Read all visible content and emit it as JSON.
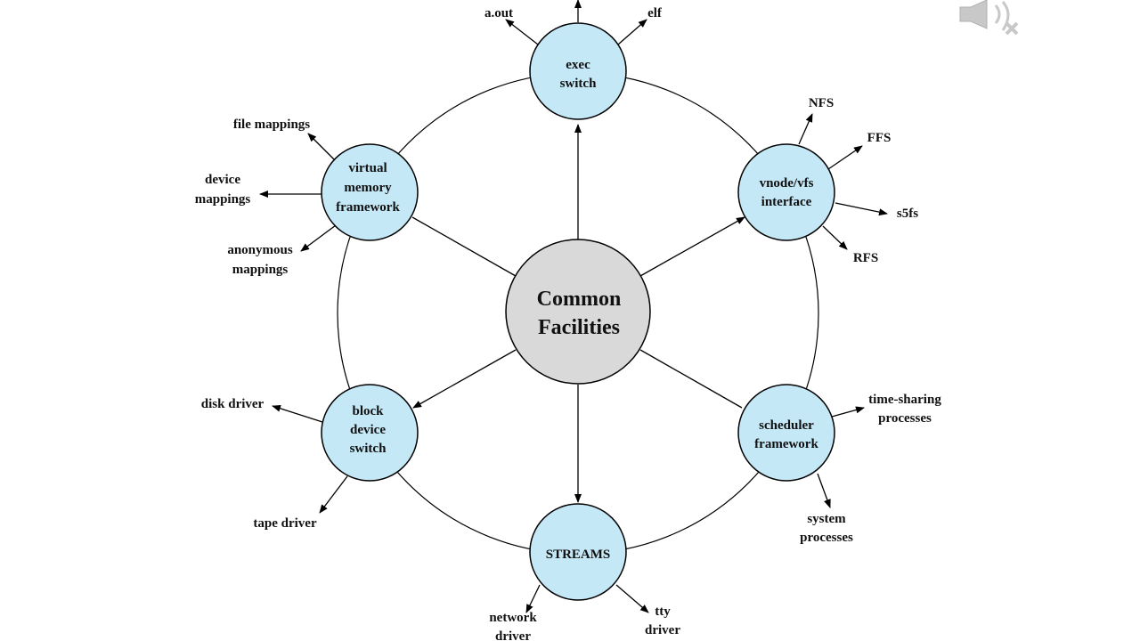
{
  "diagram": {
    "center": {
      "lines": [
        "Common",
        "Facilities"
      ]
    },
    "nodes": {
      "exec": [
        "exec",
        "switch"
      ],
      "vnode": [
        "vnode/vfs",
        "interface"
      ],
      "scheduler": [
        "scheduler",
        "framework"
      ],
      "streams": [
        "STREAMS"
      ],
      "block": [
        "block",
        "device",
        "switch"
      ],
      "vm": [
        "virtual",
        "memory",
        "framework"
      ]
    },
    "leaves": {
      "aout": [
        "a.out"
      ],
      "elf": [
        "elf"
      ],
      "nfs": [
        "NFS"
      ],
      "ffs": [
        "FFS"
      ],
      "s5fs": [
        "s5fs"
      ],
      "rfs": [
        "RFS"
      ],
      "timesharing": [
        "time-sharing",
        "processes"
      ],
      "system": [
        "system",
        "processes"
      ],
      "tty": [
        "tty",
        "driver"
      ],
      "network": [
        "network",
        "driver"
      ],
      "tape": [
        "tape driver"
      ],
      "disk": [
        "disk driver"
      ],
      "anon": [
        "anonymous",
        "mappings"
      ],
      "device": [
        "device",
        "mappings"
      ],
      "file": [
        "file mappings"
      ]
    },
    "colors": {
      "node_fill": "#c5e8f7",
      "center_fill": "#d9d9d9",
      "stroke": "#000000",
      "speaker": "#c8c8c8"
    },
    "icons": [
      "speaker-icon"
    ]
  }
}
